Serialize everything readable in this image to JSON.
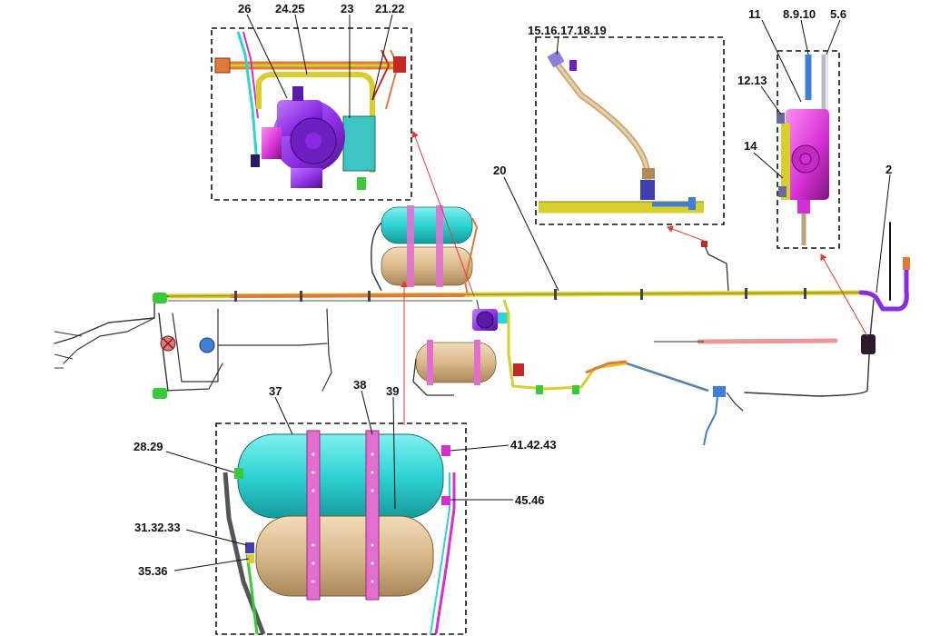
{
  "labels": {
    "l26": "26",
    "l2425": "24.25",
    "l23": "23",
    "l2122": "21.22",
    "l15_19": "15.16.17.18.19",
    "l11": "11",
    "l8910": "8.9.10",
    "l56": "5.6",
    "l1213": "12.13",
    "l14": "14",
    "l20": "20",
    "l2": "2",
    "l37": "37",
    "l38": "38",
    "l39": "39",
    "l2829": "28.29",
    "l414243": "41.42.43",
    "l4546": "45.46",
    "l313233": "31.32.33",
    "l3536": "35.36"
  },
  "colors": {
    "yellow_pipe": "#d8cf2e",
    "orange_pipe": "#e07a3a",
    "purple_valve": "#8a2be2",
    "magenta_valve": "#d42fd4",
    "cyan_tank": "#2ed3d3",
    "tan_tank": "#d9b98a",
    "pink_band": "#e26fd0",
    "red_arrow": "#e53935",
    "blue_pipe": "#3f7fd8"
  }
}
